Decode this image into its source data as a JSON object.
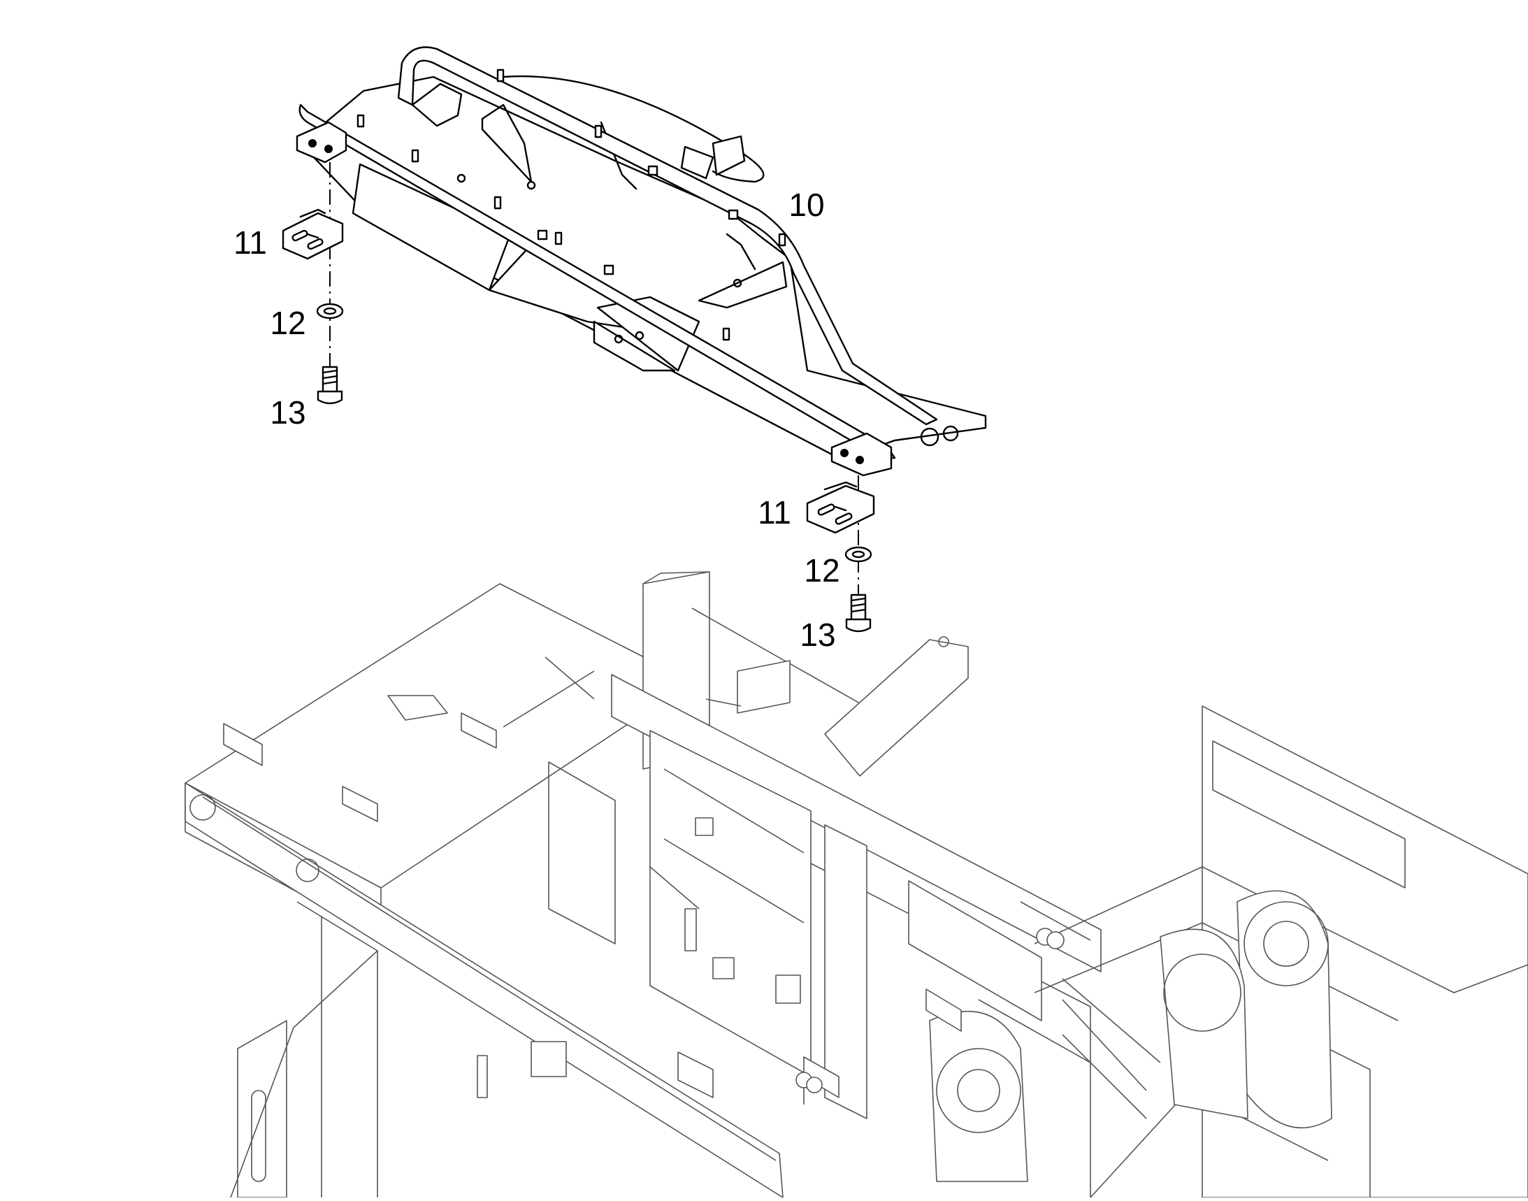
{
  "diagram": {
    "callouts": [
      {
        "id": "c10",
        "label": "10"
      },
      {
        "id": "c11a",
        "label": "11"
      },
      {
        "id": "c12a",
        "label": "12"
      },
      {
        "id": "c13a",
        "label": "13"
      },
      {
        "id": "c11b",
        "label": "11"
      },
      {
        "id": "c12b",
        "label": "12"
      },
      {
        "id": "c13b",
        "label": "13"
      }
    ],
    "colors": {
      "line": "#000000",
      "background": "#ffffff",
      "frame_line": "#555555"
    }
  }
}
